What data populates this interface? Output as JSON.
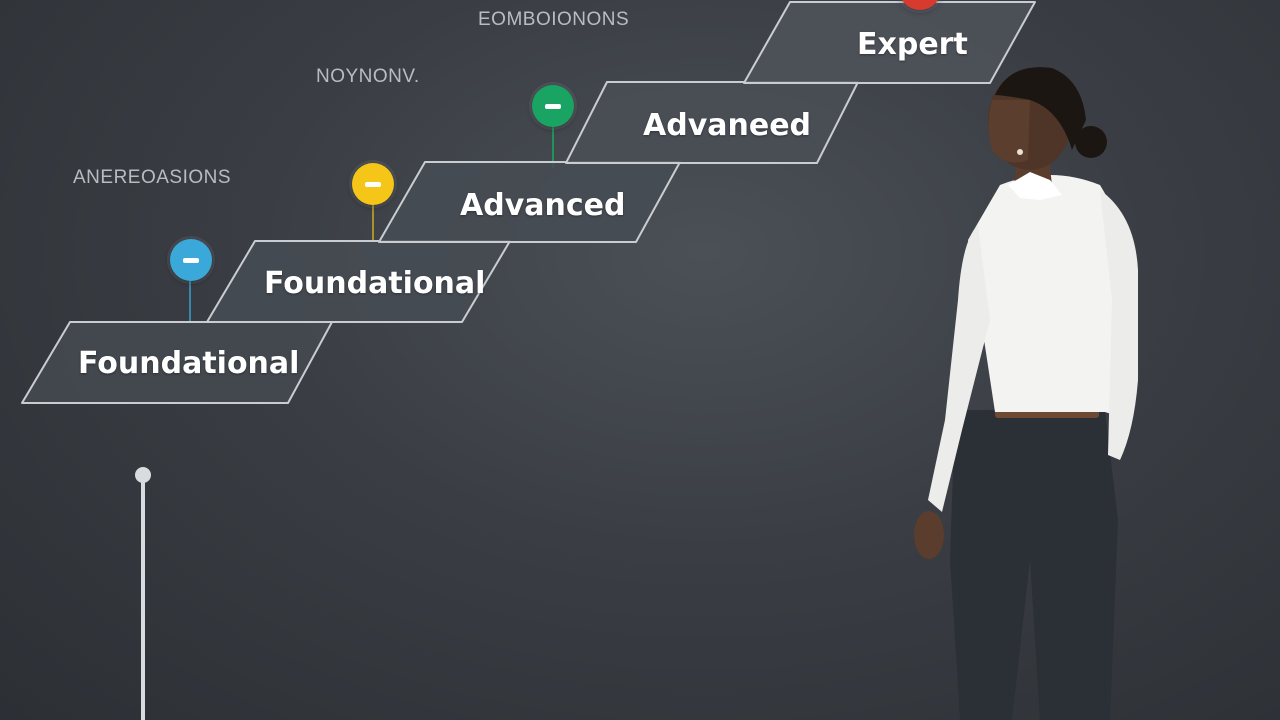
{
  "labels": {
    "top": "EOMBOIONONS",
    "second": "NOYNONV.",
    "left": "ANEREOASIONS"
  },
  "steps": [
    {
      "label": "Foundational"
    },
    {
      "label": "Foundational"
    },
    {
      "label": "Advanced",
      "marker_color": "#f5c518"
    },
    {
      "label": "Advaneed",
      "marker_color": "#1aa463"
    },
    {
      "label": "Expert",
      "marker_color": "#d93a30"
    }
  ],
  "first_marker_color": "#3aa8d8",
  "colors": {
    "background": "#3a3e44",
    "step_fill": "#4a4f56",
    "step_stroke": "#c9ccd1",
    "shirt": "#f4f4f2",
    "trousers": "#2b3036"
  }
}
